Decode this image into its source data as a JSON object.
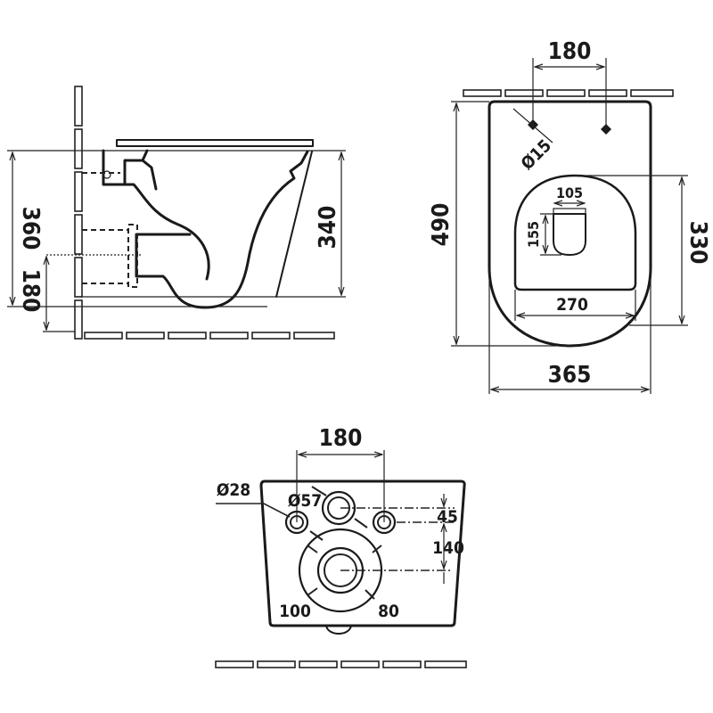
{
  "side_view": {
    "height_total": "360",
    "inlet_height": "180",
    "bowl_height": "340"
  },
  "top_view": {
    "bolt_spacing": "180",
    "bolt_diameter": "Ø15",
    "opening_width": "105",
    "opening_length": "155",
    "length_total": "490",
    "bowl_length": "330",
    "bowl_width": "270",
    "width_total": "365"
  },
  "rear_view": {
    "bolt_spacing": "180",
    "bolt_hole_diameter": "Ø28",
    "water_inlet_diameter": "Ø57",
    "inlet_offset": "45",
    "outlet_offset": "140",
    "outlet_outer": "100",
    "outlet_inner": "80"
  }
}
